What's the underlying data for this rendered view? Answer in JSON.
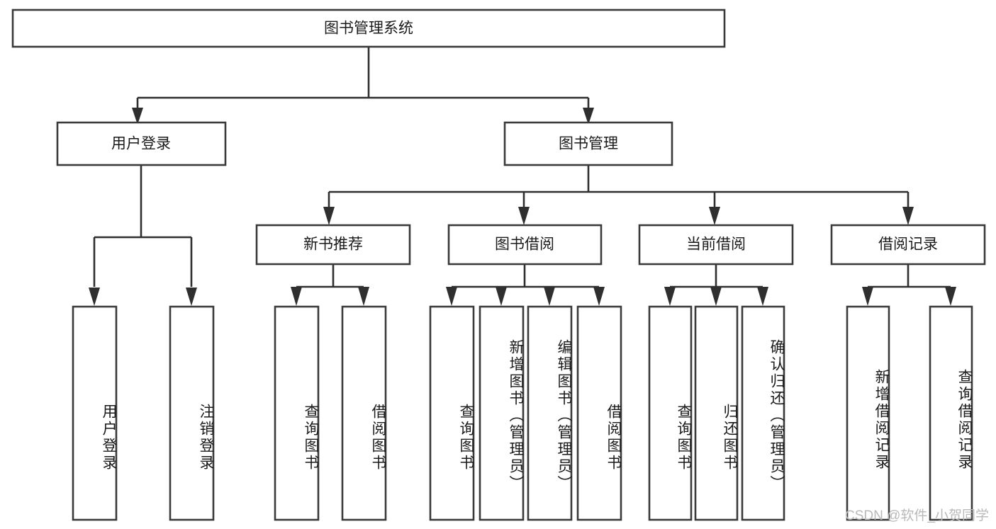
{
  "diagram": {
    "type": "tree",
    "title": "图书管理系统",
    "orientation": "top-down",
    "colors": {
      "box_stroke": "#3a3a3a",
      "box_fill": "#ffffff",
      "connector": "#2f2f2f",
      "text": "#1a1a1a",
      "watermark": "#b9b9b9",
      "background": "#ffffff"
    },
    "root": {
      "id": "root",
      "label": "图书管理系统",
      "orientation": "horizontal"
    },
    "level2": [
      {
        "id": "user-login",
        "label": "用户登录",
        "orientation": "horizontal"
      },
      {
        "id": "book-management",
        "label": "图书管理",
        "orientation": "horizontal"
      }
    ],
    "level3": [
      {
        "id": "new-book-recommend",
        "label": "新书推荐",
        "orientation": "horizontal",
        "parent": "book-management"
      },
      {
        "id": "book-borrow",
        "label": "图书借阅",
        "orientation": "horizontal",
        "parent": "book-management"
      },
      {
        "id": "current-borrow",
        "label": "当前借阅",
        "orientation": "horizontal",
        "parent": "book-management"
      },
      {
        "id": "borrow-record",
        "label": "借阅记录",
        "orientation": "horizontal",
        "parent": "book-management"
      }
    ],
    "leaves": [
      {
        "id": "leaf-user-login",
        "label": "用户登录",
        "parent": "user-login",
        "orientation": "vertical"
      },
      {
        "id": "leaf-user-logout",
        "label": "注销登录",
        "parent": "user-login",
        "orientation": "vertical"
      },
      {
        "id": "leaf-query-book-1",
        "label": "查询图书",
        "parent": "new-book-recommend",
        "orientation": "vertical"
      },
      {
        "id": "leaf-borrow-book-1",
        "label": "借阅图书",
        "parent": "new-book-recommend",
        "orientation": "vertical"
      },
      {
        "id": "leaf-query-book-2",
        "label": "查询图书",
        "parent": "book-borrow",
        "orientation": "vertical"
      },
      {
        "id": "leaf-add-book",
        "label": "新增图书（管理员）",
        "parent": "book-borrow",
        "orientation": "vertical"
      },
      {
        "id": "leaf-edit-book",
        "label": "编辑图书（管理员）",
        "parent": "book-borrow",
        "orientation": "vertical"
      },
      {
        "id": "leaf-borrow-book-2",
        "label": "借阅图书",
        "parent": "book-borrow",
        "orientation": "vertical"
      },
      {
        "id": "leaf-query-book-3",
        "label": "查询图书",
        "parent": "current-borrow",
        "orientation": "vertical"
      },
      {
        "id": "leaf-return-book",
        "label": "归还图书",
        "parent": "current-borrow",
        "orientation": "vertical"
      },
      {
        "id": "leaf-confirm-return",
        "label": "确认归还（管理员）",
        "parent": "current-borrow",
        "orientation": "vertical"
      },
      {
        "id": "leaf-add-record",
        "label": "新增借阅记录",
        "parent": "borrow-record",
        "orientation": "vertical"
      },
      {
        "id": "leaf-query-record",
        "label": "查询借阅记录",
        "parent": "borrow-record",
        "orientation": "vertical"
      }
    ]
  },
  "watermark": {
    "text": "CSDN @软件_小贺同学"
  }
}
